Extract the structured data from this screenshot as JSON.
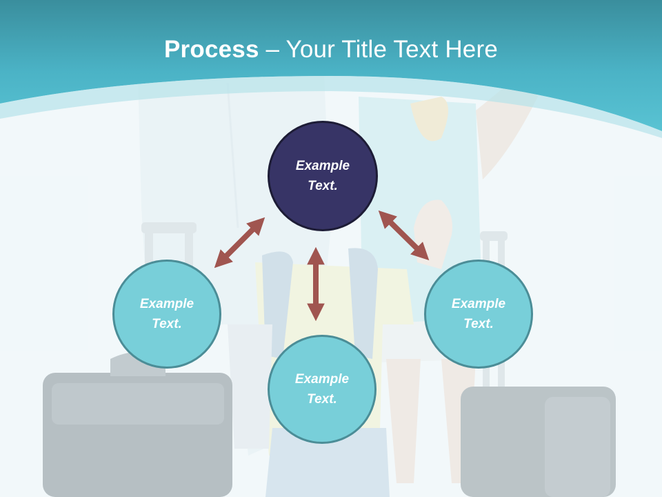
{
  "slide": {
    "title_bold": "Process",
    "title_rest": " – Your Title Text Here"
  },
  "diagram": {
    "center": "Example Text.",
    "left": "Example Text.",
    "right": "Example Text.",
    "bottom": "Example Text."
  },
  "colors": {
    "header_teal": "#3aa9bd",
    "center_circle": "#373466",
    "outer_circle": "#78cfd9",
    "arrow": "#a05550"
  }
}
